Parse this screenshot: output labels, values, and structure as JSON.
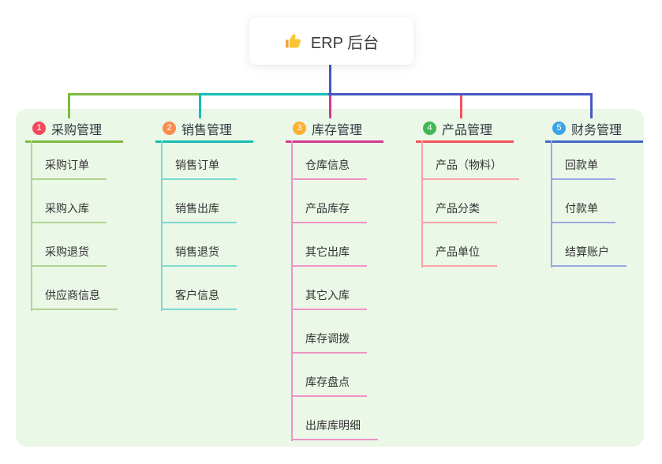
{
  "root": {
    "title": "ERP 后台",
    "icon": "thumbs-up-icon"
  },
  "colors": {
    "canvas_background": "#ffffff",
    "panel_background": "#ebf7e7",
    "root_connector": "#4757c3",
    "text": "#333333"
  },
  "branches": [
    {
      "index": "1",
      "label": "采购管理",
      "badge_color": "#f4495d",
      "line_color": "#7db93f",
      "child_line_color": "#afd591",
      "children": [
        "采购订单",
        "采购入库",
        "采购退货",
        "供应商信息"
      ]
    },
    {
      "index": "2",
      "label": "销售管理",
      "badge_color": "#fb8b4b",
      "line_color": "#14bdb2",
      "child_line_color": "#7cd9cf",
      "children": [
        "销售订单",
        "销售出库",
        "销售退货",
        "客户信息"
      ]
    },
    {
      "index": "3",
      "label": "库存管理",
      "badge_color": "#fbb034",
      "line_color": "#d23a8e",
      "child_line_color": "#f193c4",
      "children": [
        "仓库信息",
        "产品库存",
        "其它出库",
        "其它入库",
        "库存调拨",
        "库存盘点",
        "出库库明细"
      ]
    },
    {
      "index": "4",
      "label": "产品管理",
      "badge_color": "#41b854",
      "line_color": "#f4525c",
      "child_line_color": "#f9a2a6",
      "children": [
        "产品（物料）",
        "产品分类",
        "产品单位"
      ]
    },
    {
      "index": "5",
      "label": "财务管理",
      "badge_color": "#3ba4e4",
      "line_color": "#4169c8",
      "child_line_color": "#97aade",
      "children": [
        "回款单",
        "付款单",
        "结算账户"
      ]
    }
  ]
}
